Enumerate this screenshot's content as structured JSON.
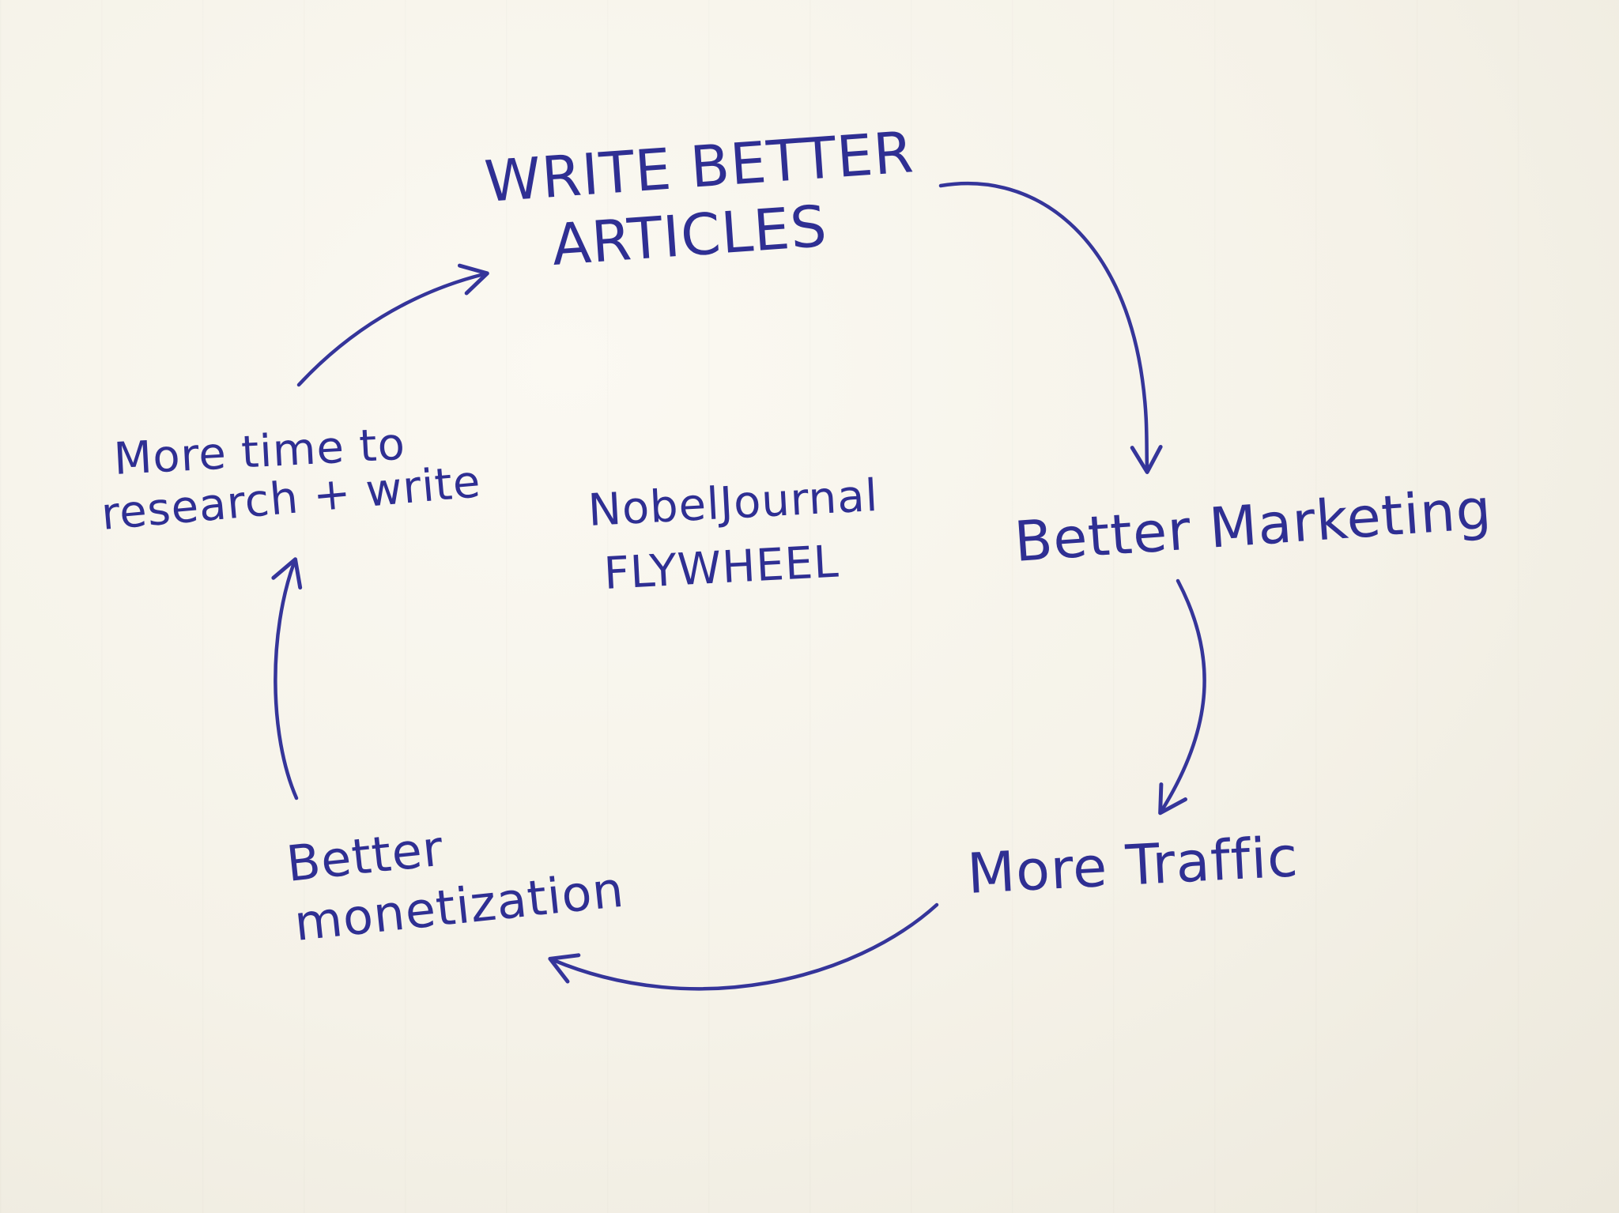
{
  "diagram": {
    "ink_color": "#2f2f93",
    "center_title_lines": [
      "NobelJournal",
      "FLYWHEEL"
    ],
    "nodes": [
      {
        "id": "write",
        "lines": [
          "WRITE BETTER",
          "ARTICLES"
        ]
      },
      {
        "id": "marketing",
        "lines": [
          "Better Marketing"
        ]
      },
      {
        "id": "traffic",
        "lines": [
          "More Traffic"
        ]
      },
      {
        "id": "monetization",
        "lines": [
          "Better",
          "monetization"
        ]
      },
      {
        "id": "time",
        "lines": [
          "More time to",
          "research + write"
        ]
      }
    ],
    "edges": [
      {
        "from": "write",
        "to": "marketing"
      },
      {
        "from": "marketing",
        "to": "traffic"
      },
      {
        "from": "traffic",
        "to": "monetization"
      },
      {
        "from": "monetization",
        "to": "time"
      },
      {
        "from": "time",
        "to": "write"
      }
    ]
  }
}
